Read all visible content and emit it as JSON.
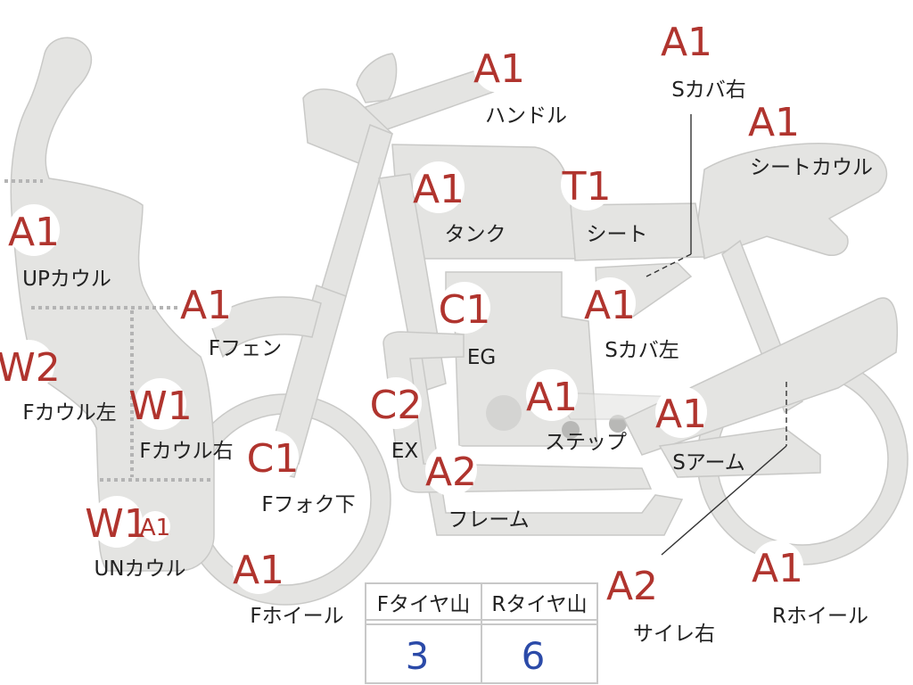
{
  "parts": {
    "s_cover_right": {
      "grade": "A1",
      "label": "Sカバ右"
    },
    "handle": {
      "grade": "A1",
      "label": "ハンドル"
    },
    "seat_cowl": {
      "grade": "A1",
      "label": "シートカウル"
    },
    "tank": {
      "grade": "A1",
      "label": "タンク"
    },
    "seat": {
      "grade": "T1",
      "label": "シート"
    },
    "up_cowl": {
      "grade": "A1",
      "label": "UPカウル"
    },
    "f_fender": {
      "grade": "A1",
      "label": "Fフェン"
    },
    "engine": {
      "grade": "C1",
      "label": "EG"
    },
    "s_cover_left": {
      "grade": "A1",
      "label": "Sカバ左"
    },
    "f_cowl_left": {
      "grade": "W2",
      "label": "Fカウル左"
    },
    "f_cowl_right": {
      "grade": "W1",
      "label": "Fカウル右"
    },
    "exhaust": {
      "grade": "C2",
      "label": "EX"
    },
    "step": {
      "grade": "A1",
      "label": "ステップ"
    },
    "swing_arm": {
      "grade": "A1",
      "label": "Sアーム"
    },
    "f_fork_lower": {
      "grade": "C1",
      "label": "Fフォク下"
    },
    "frame": {
      "grade": "A2",
      "label": "フレーム"
    },
    "un_cowl": {
      "grade": "W1",
      "grade2": "A1",
      "label": "UNカウル"
    },
    "f_wheel": {
      "grade": "A1",
      "label": "Fホイール"
    },
    "silencer_right": {
      "grade": "A2",
      "label": "サイレ右"
    },
    "r_wheel": {
      "grade": "A1",
      "label": "Rホイール"
    }
  },
  "tire_table": {
    "front_header": "Fタイヤ山",
    "rear_header": "Rタイヤ山",
    "front_value": "3",
    "rear_value": "6"
  },
  "colors": {
    "grade_text": "#b0342e",
    "tire_value": "#2b4aa8",
    "part_fill": "#e4e4e2"
  }
}
